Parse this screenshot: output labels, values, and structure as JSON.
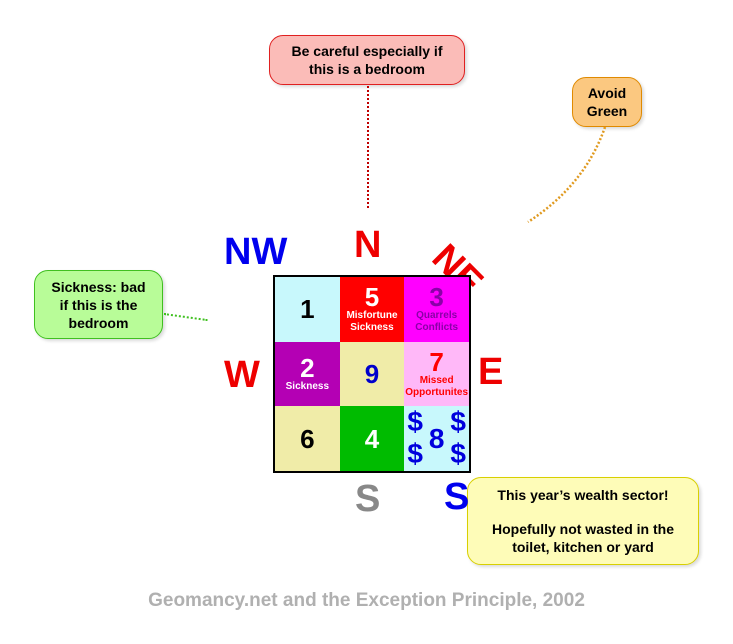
{
  "directions": {
    "nw": "NW",
    "n": "N",
    "ne": "NE",
    "w": "W",
    "e": "E",
    "s": "S",
    "se": "S"
  },
  "grid": [
    {
      "number": "1",
      "label": "",
      "bg": "#c8f8fc",
      "color": "#000000"
    },
    {
      "number": "5",
      "label": "Misfortune Sickness",
      "bg": "#ff0000",
      "color": "#ffffff"
    },
    {
      "number": "3",
      "label": "Quarrels Conflicts",
      "bg": "#ff00ff",
      "color": "#8a00a8"
    },
    {
      "number": "2",
      "label": "Sickness",
      "bg": "#b400b4",
      "color": "#ffffff"
    },
    {
      "number": "9",
      "label": "",
      "bg": "#f0eca8",
      "color": "#0000cc"
    },
    {
      "number": "7",
      "label": "Missed Opportunites",
      "bg": "#ffb8f8",
      "color": "#ff0000"
    },
    {
      "number": "6",
      "label": "",
      "bg": "#f0eca8",
      "color": "#000000"
    },
    {
      "number": "4",
      "label": "",
      "bg": "#00bb00",
      "color": "#ffffff"
    },
    {
      "number": "8",
      "label": "",
      "bg": "#c8f8fc",
      "color": "#0000dd"
    }
  ],
  "wealth_symbol": "$",
  "callouts": {
    "north": "Be careful especially if this is a bedroom",
    "northeast": "Avoid Green",
    "west": "Sickness: bad if this is the bedroom",
    "southeast_line1": "This year’s wealth sector!",
    "southeast_line2": "Hopefully not wasted in the toilet, kitchen or yard"
  },
  "footer": "Geomancy.net and the Exception Principle, 2002"
}
